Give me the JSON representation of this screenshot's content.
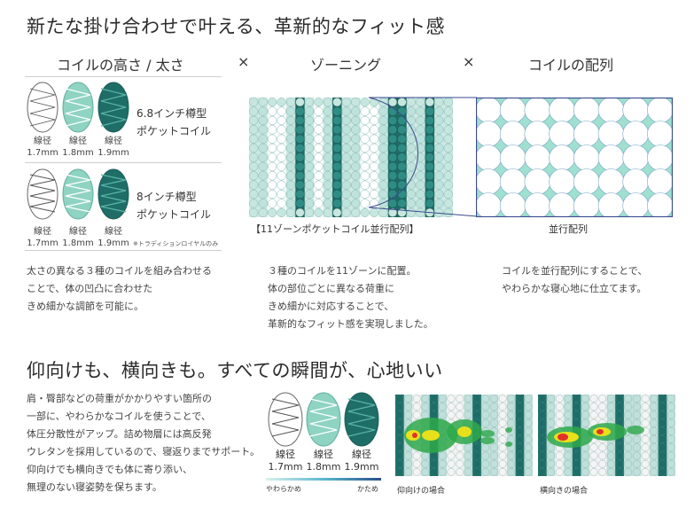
{
  "colors": {
    "teal_dark": "#1f6b66",
    "teal_mid": "#55b3a3",
    "teal_light": "#9fdccd",
    "mint": "#9fe0d0",
    "navy": "#3a4a8c",
    "heat_green": "#2ea84a",
    "heat_yellow": "#e8e01a",
    "heat_red": "#e0322a"
  },
  "title1": "新たな掛け合わせで叶える、革新的なフィット感",
  "columns": {
    "col1_heading": "コイルの高さ / 太さ",
    "times1": "×",
    "col2_heading": "ゾーニング",
    "times2": "×",
    "col3_heading": "コイルの配列"
  },
  "coil_row1": {
    "label_line1": "6.8インチ樽型",
    "label_line2": "ポケットコイル",
    "gauges": [
      {
        "line1": "線径",
        "line2": "1.7mm"
      },
      {
        "line1": "線径",
        "line2": "1.8mm"
      },
      {
        "line1": "線径",
        "line2": "1.9mm"
      }
    ]
  },
  "coil_row2": {
    "label_line1": "8インチ樽型",
    "label_line2": "ポケットコイル",
    "gauges": [
      {
        "line1": "線径",
        "line2": "1.7mm"
      },
      {
        "line1": "線径",
        "line2": "1.8mm"
      },
      {
        "line1": "線径",
        "line2": "1.9mm"
      }
    ],
    "note": "※トラディションロイヤルのみ"
  },
  "zoning_caption": "【11ゾーンポケットコイル並行配列】",
  "array_caption": "並行配列",
  "desc1": [
    "太さの異なる３種のコイルを組み合わせる",
    "ことで、体の凹凸に合わせた",
    "きめ細かな調節を可能に。"
  ],
  "desc2": [
    "３種のコイルを11ゾーンに配置。",
    "体の部位ごとに異なる荷重に",
    "きめ細かに対応することで、",
    "革新的なフィット感を実現しました。"
  ],
  "desc3": [
    "コイルを並行配列にすることで、",
    "やわらかな寝心地に仕立てます。"
  ],
  "title2": "仰向けも、横向きも。すべての瞬間が、心地いい",
  "desc4": [
    "肩・臀部などの荷重がかかりやすい箇所の",
    "一部に、やわらかなコイルを使うことで、",
    "体圧分散性がアップ。詰め物層には高反発",
    "ウレタンを採用しているので、寝返りまでサポート。",
    "仰向けでも横向きでも体に寄り添い、",
    "無理のない寝姿勢を保ちます。"
  ],
  "gauges_bottom": [
    {
      "line1": "線径",
      "line2": "1.7mm"
    },
    {
      "line1": "線径",
      "line2": "1.8mm"
    },
    {
      "line1": "線径",
      "line2": "1.9mm"
    }
  ],
  "scale": {
    "soft": "やわらかめ",
    "hard": "かため"
  },
  "pressure_labels": {
    "supine": "仰向けの場合",
    "side": "横向きの場合"
  }
}
